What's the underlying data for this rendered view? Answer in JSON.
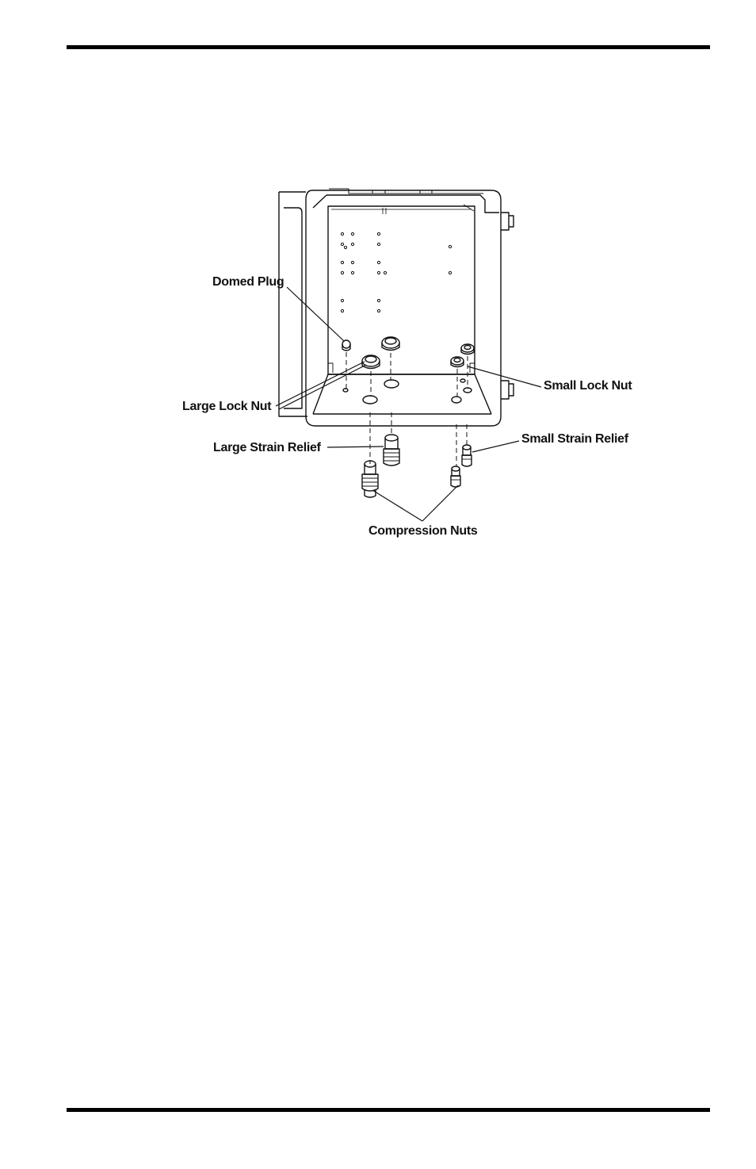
{
  "labels": {
    "domed_plug": "Domed Plug",
    "large_lock_nut": "Large Lock Nut",
    "small_lock_nut": "Small Lock Nut",
    "large_strain_relief": "Large Strain Relief",
    "small_strain_relief": "Small Strain Relief",
    "compression_nuts": "Compression Nuts"
  },
  "colors": {
    "line": "#111111",
    "background": "#ffffff"
  }
}
